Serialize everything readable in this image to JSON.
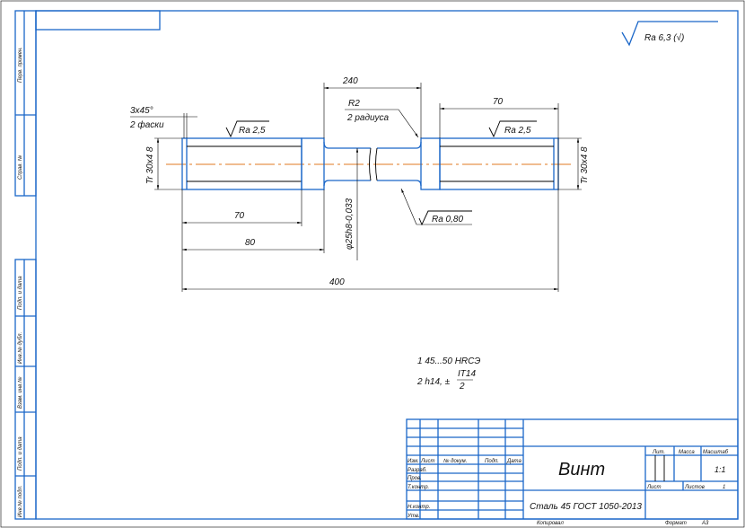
{
  "roughness_general": "Ra 6,3 (√)",
  "dimensions": {
    "d240": "240",
    "d70_right": "70",
    "d70_left": "70",
    "d80": "80",
    "d400": "400",
    "thread_left": "Tr 30x4 8",
    "thread_right": "Tr 30x4 8",
    "diameter": "φ25h8-0,033",
    "chamfer_top": "3x45°",
    "chamfer_bottom": "2 фаски",
    "radius_top": "R2",
    "radius_bottom": "2 радиуса",
    "ra_left": "Ra 2,5",
    "ra_right": "Ra 2,5",
    "ra_neck": "Ra 0,80"
  },
  "notes": {
    "n1": "1 45...50 HRCЭ",
    "n2": "2  h14, ±",
    "frac_num": "IT14",
    "frac_den": "2"
  },
  "side_labels": [
    "Перв. примен.",
    "Справ. №",
    "Подп. и дата",
    "Инв.№ дубл.",
    "Взам. инв.№",
    "Подп. и дата",
    "Инв.№ подл."
  ],
  "title_block": {
    "headers": [
      "Изм.",
      "Лист",
      "№ докум.",
      "Подп.",
      "Дата"
    ],
    "roles": [
      "Разраб.",
      "Пров.",
      "Т.контр.",
      "Н.контр.",
      "Утв."
    ],
    "name": "Винт",
    "material": "Сталь 45 ГОСТ 1050-2013",
    "lit": "Лит.",
    "mass": "Масса",
    "scale": "Масштаб",
    "scale_value": "1:1",
    "sheet": "Лист",
    "sheets": "Листов",
    "sheets_value": "1"
  },
  "footer": {
    "copied": "Копировал",
    "format": "Формат",
    "format_value": "A3"
  }
}
